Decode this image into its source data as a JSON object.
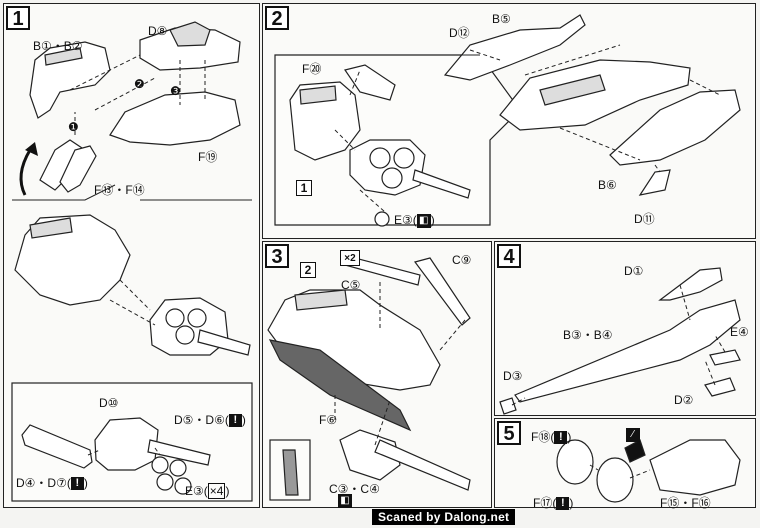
{
  "steps": [
    {
      "number": "1"
    },
    {
      "number": "2"
    },
    {
      "number": "3"
    },
    {
      "number": "4"
    },
    {
      "number": "5"
    }
  ],
  "step1": {
    "parts": [
      "B①・B②",
      "D⑧",
      "F⑲",
      "F⑬・F⑭"
    ],
    "seq": [
      "❶",
      "❷",
      "❸"
    ],
    "detail_parts": [
      "D⑩",
      "D⑤・D⑥(",
      ")",
      "D④・D⑦(",
      ")",
      "E③(",
      "×4",
      ")"
    ]
  },
  "step2": {
    "parts": [
      "D⑫",
      "B⑤",
      "F⑳",
      "B⑥",
      "D⑪",
      "E③("
    ],
    "ref": "1"
  },
  "step3": {
    "ref": "2",
    "x2": "×2",
    "parts": [
      "C⑨",
      "C⑤",
      "F⑥",
      "C③・C④"
    ]
  },
  "step4": {
    "parts": [
      "D①",
      "B③・B④",
      "E④",
      "D③",
      "D②"
    ]
  },
  "step5": {
    "parts": [
      "F⑱(",
      ")",
      "F⑰(",
      ")",
      "F⑮・F⑯"
    ]
  },
  "icons": {
    "warn": "!"
  },
  "footer": "Scaned by Dalong.net"
}
